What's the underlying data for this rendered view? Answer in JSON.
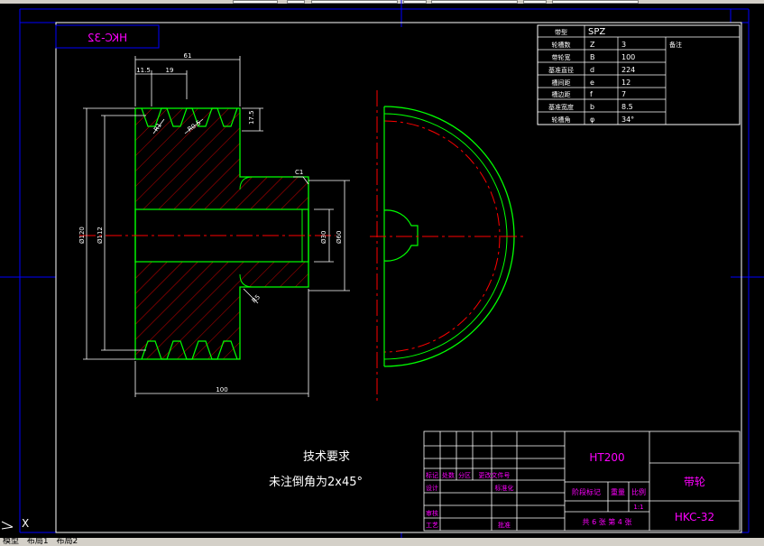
{
  "drawing": {
    "mirror_code": "HKC-32",
    "dim_top_total": "61",
    "dim_11_5": "11.5",
    "dim_19": "19",
    "dim_r_small": "R1",
    "dim_r_big": "R0.5",
    "dim_17_5": "17.5",
    "dim_c1": "C1",
    "dim_phi120": "Ø120",
    "dim_phi112": "Ø112",
    "dim_phi30": "Ø30",
    "dim_phi60": "Ø60",
    "dim_bottom_total": "100",
    "dim_r_fillet": "R5"
  },
  "param_table": {
    "rows": [
      {
        "label": "带型",
        "sym": "",
        "value": "SPZ",
        "extra": ""
      },
      {
        "label": "轮槽数",
        "sym": "Z",
        "value": "3",
        "extra": "备注"
      },
      {
        "label": "带轮宽",
        "sym": "B",
        "value": "100",
        "extra": ""
      },
      {
        "label": "基准直径",
        "sym": "d",
        "value": "224",
        "extra": ""
      },
      {
        "label": "槽间距",
        "sym": "e",
        "value": "12",
        "extra": ""
      },
      {
        "label": "槽边距",
        "sym": "f",
        "value": "7",
        "extra": ""
      },
      {
        "label": "基准宽度",
        "sym": "b",
        "value": "8.5",
        "extra": ""
      },
      {
        "label": "轮槽角",
        "sym": "φ",
        "value": "34°",
        "extra": ""
      }
    ]
  },
  "tech_req": {
    "title": "技术要求",
    "line1": "未注倒角为2x45°"
  },
  "title_block": {
    "material": "HT200",
    "part_name": "带轮",
    "drawing_no": "HKC-32",
    "mark": "标记",
    "count": "处数",
    "zone": "分区",
    "change_doc": "更改文件号",
    "design": "设计",
    "standardize": "标准化",
    "review": "审核",
    "process": "工艺",
    "approve": "批准",
    "stage_mark": "阶段标记",
    "weight": "重量",
    "scale_label": "比例",
    "scale_value": "1:1",
    "sheet_info": "共 6 张 第 4 张"
  },
  "tabs": [
    "模型",
    "布局1",
    "布局2"
  ],
  "colors": {
    "frame": "#0000ff",
    "outline": "#00ff00",
    "hatch": "#ff0000",
    "dim": "#ffffff",
    "title_magenta": "#ff00ff"
  }
}
